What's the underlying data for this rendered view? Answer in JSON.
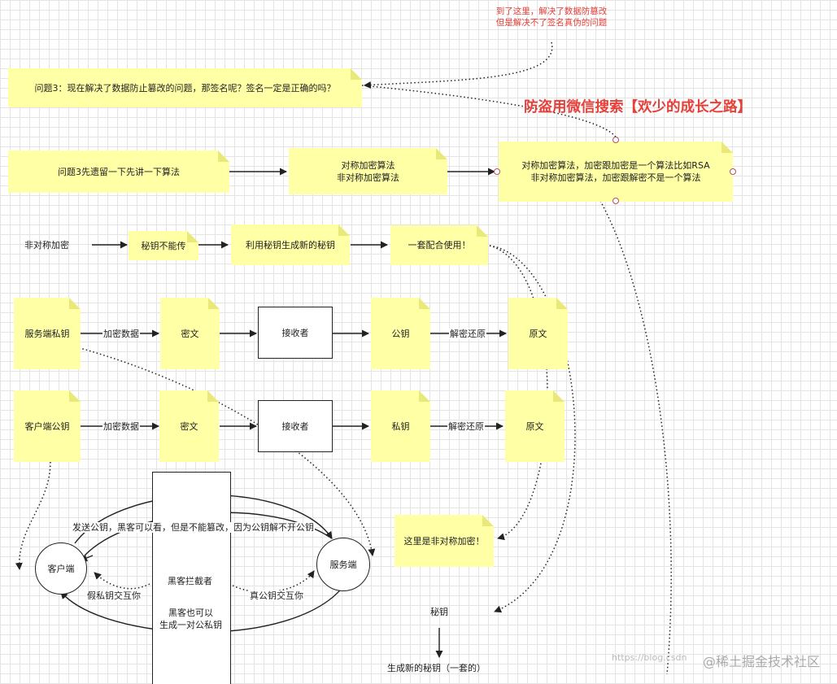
{
  "annotation": {
    "red_note_line1": "到了这里，解决了数据防篡改",
    "red_note_line2": "但是解决不了签名真伪的问题",
    "watermark_title": "防盗用微信搜索【欢少的成长之路】"
  },
  "notes": {
    "question3": "问题3：现在解决了数据防止篡改的问题，那签名呢？签名一定是正确的吗？",
    "question3_later": "问题3先遗留一下先讲一下算法",
    "algo_line1": "对称加密算法",
    "algo_line2": "非对称加密算法",
    "algo_desc_line1": "对称加密算法，加密跟加密是一个算法比如RSA",
    "algo_desc_line2": "非对称加密算法，加密跟解密不是一个算法",
    "key_not_transfer": "秘钥不能传",
    "gen_new_key": "利用秘钥生成新的秘钥",
    "pair_use": "一套配合使用！",
    "server_private": "服务端私钥",
    "cipher1": "密文",
    "public_key": "公钥",
    "plain1": "原文",
    "client_public": "客户端公钥",
    "cipher2": "密文",
    "private_key": "私钥",
    "plain2": "原文",
    "asymmetric_here": "这里是非对称加密！"
  },
  "labels": {
    "asymmetric": "非对称加密",
    "encrypt1": "加密数据",
    "decrypt1": "解密还原",
    "encrypt2": "加密数据",
    "decrypt2": "解密还原",
    "send_pub": "发送公钥，黑客可以看，但是不能篡改，因为公钥解不开公钥",
    "fake_swap": "假私钥交互你",
    "real_swap": "真公钥交互你",
    "secret_key": "秘钥",
    "gen_pair": "生成新的秘钥（一套的）"
  },
  "boxes": {
    "receiver1": "接收者",
    "receiver2": "接收者"
  },
  "nodes": {
    "client": "客户端",
    "server": "服务端",
    "hacker_intercept": "黑客拦截者",
    "hacker_gen_line1": "黑客也可以",
    "hacker_gen_line2": "生成一对公私钥"
  },
  "watermark": {
    "url": "https://blog.csdn",
    "brand": "@稀土掘金技术社区"
  },
  "colors": {
    "note": "#ffffa6",
    "accent_red": "#e5413a"
  }
}
